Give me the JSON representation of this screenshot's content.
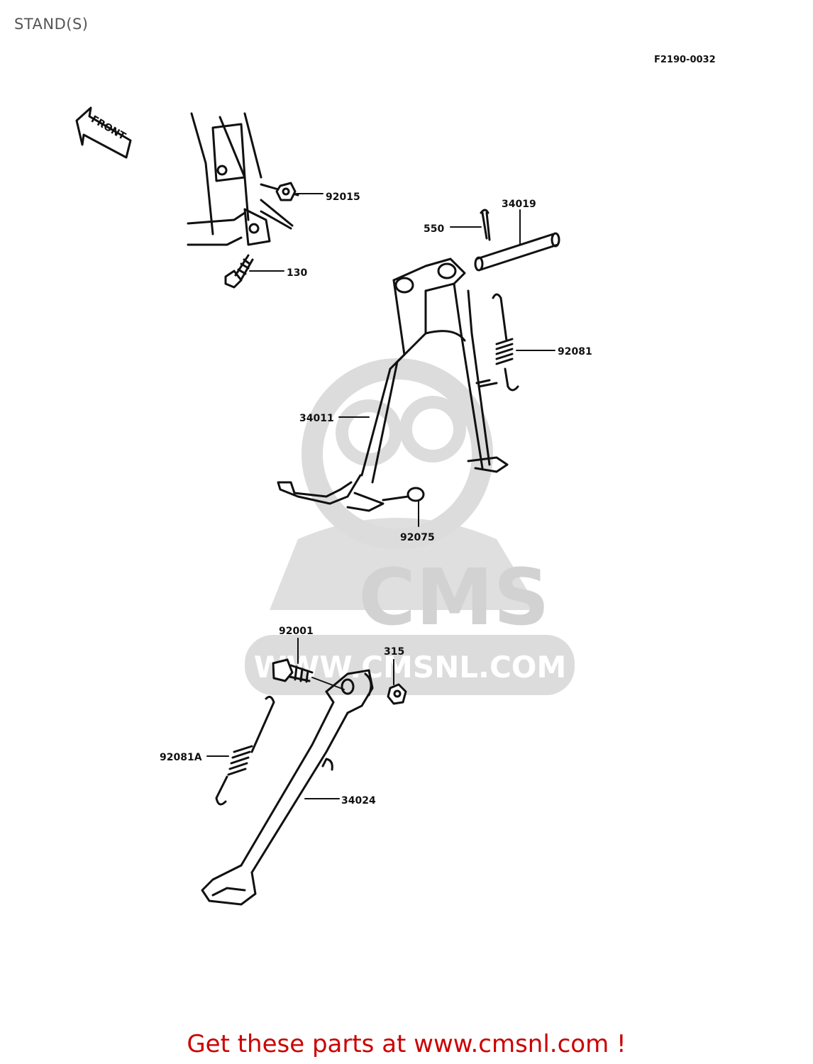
{
  "header": {
    "title": "STAND(S)",
    "figure_code": "F2190-0032"
  },
  "diagram": {
    "direction_arrow": "FRONT",
    "parts": [
      {
        "id": "92015"
      },
      {
        "id": "130"
      },
      {
        "id": "550"
      },
      {
        "id": "34019"
      },
      {
        "id": "92081"
      },
      {
        "id": "34011"
      },
      {
        "id": "92075"
      },
      {
        "id": "92001"
      },
      {
        "id": "315"
      },
      {
        "id": "92081A"
      },
      {
        "id": "34024"
      }
    ]
  },
  "watermark": {
    "brand": "CMS",
    "url": "WWW.CMSNL.COM"
  },
  "footer": {
    "promo": "Get these parts at www.cmsnl.com !"
  },
  "colors": {
    "ink": "#111111",
    "watermark": "#d9d9d9",
    "promo": "#cc0000",
    "title": "#555555"
  }
}
